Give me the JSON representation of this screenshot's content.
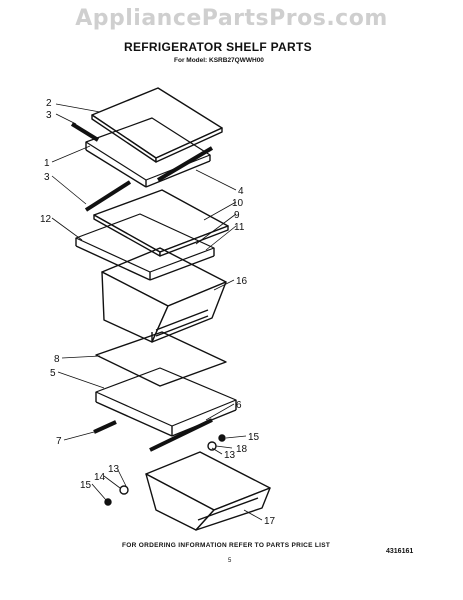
{
  "watermark": "AppliancePartsPros.com",
  "title": "REFRIGERATOR SHELF PARTS",
  "model_line": "For Model: KSRB27QWWH00",
  "footer": "FOR ORDERING INFORMATION REFER TO PARTS PRICE LIST",
  "page_number": "5",
  "document_number": "4316161",
  "part_labels": [
    "2",
    "3",
    "1",
    "3",
    "4",
    "10",
    "9",
    "12",
    "11",
    "16",
    "8",
    "5",
    "6",
    "7",
    "15",
    "18",
    "13",
    "14",
    "13",
    "15",
    "17"
  ]
}
